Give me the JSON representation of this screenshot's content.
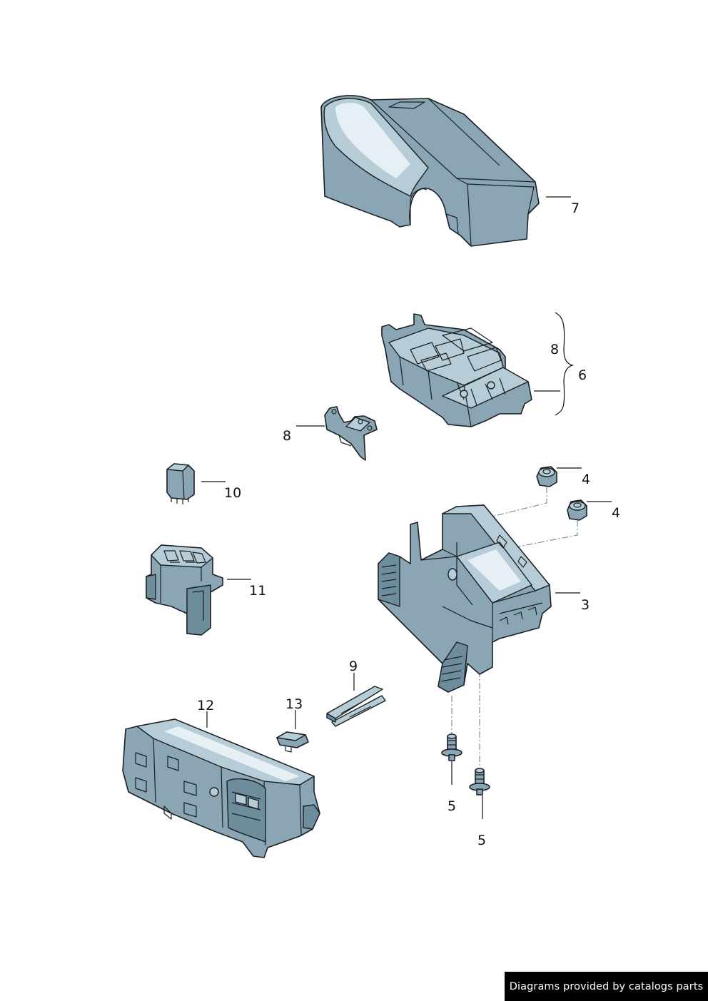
{
  "callouts": {
    "c7": "7",
    "c8_bracket": "8",
    "c6": "6",
    "c8_bracket_part": "8",
    "c10": "10",
    "c4_a": "4",
    "c4_b": "4",
    "c11": "11",
    "c3": "3",
    "c9": "9",
    "c12": "12",
    "c13": "13",
    "c5_a": "5",
    "c5_b": "5"
  },
  "footer": {
    "text": "Diagrams provided by catalogs parts"
  },
  "colors": {
    "part_fill": "#8aa6b4",
    "part_light": "#b6ccd6",
    "outline": "#1a1f24",
    "leader_dash": "#6f93a6",
    "footer_bg": "#000000",
    "footer_text": "#ffffff"
  }
}
